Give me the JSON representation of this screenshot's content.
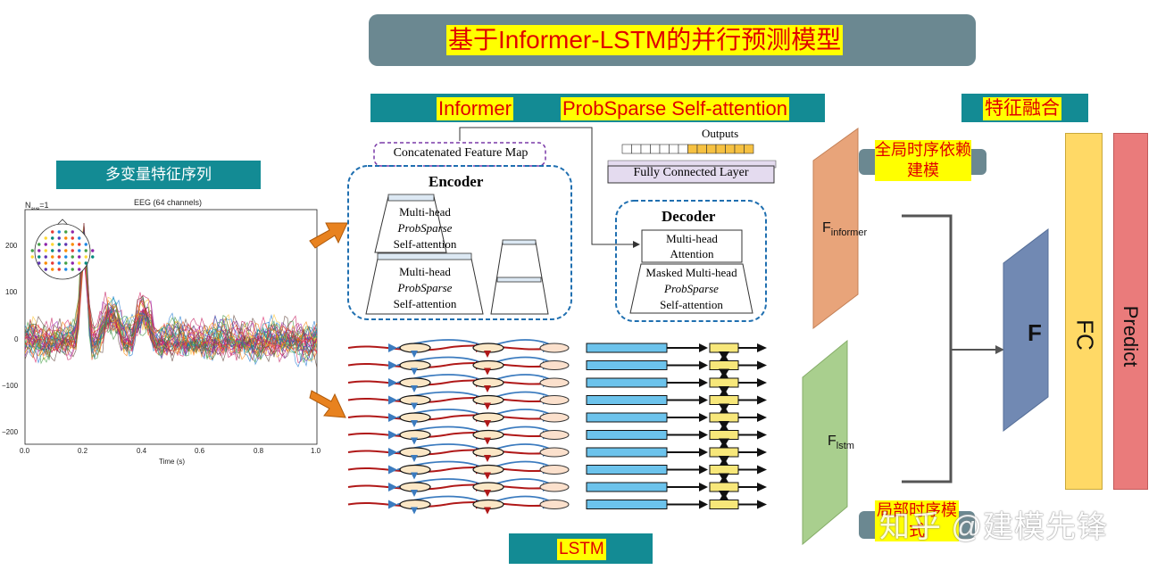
{
  "title": "基于Informer-LSTM的并行预测模型",
  "left": {
    "header": "多变量特征序列",
    "chart": {
      "title": "EEG (64 channels)",
      "nave": "N",
      "nave_sub": "ave",
      "nave_val": "=1",
      "xlabel": "Time (s)",
      "xticks": [
        "0.0",
        "0.2",
        "0.4",
        "0.6",
        "0.8",
        "1.0"
      ],
      "yticks": [
        "200",
        "100",
        "0",
        "−100",
        "−200"
      ]
    }
  },
  "informer": {
    "label1": "Informer",
    "label2": "ProbSparse Self-attention",
    "concat_label": "Concatenated Feature Map",
    "outputs_label": "Outputs",
    "fc_layer_label": "Fully Connected Layer",
    "encoder": {
      "title": "Encoder",
      "block1": [
        "Multi-head",
        "ProbSparse",
        "Self-attention"
      ],
      "block2": [
        "Multi-head",
        "ProbSparse",
        "Self-attention"
      ]
    },
    "decoder": {
      "title": "Decoder",
      "block1": [
        "Multi-head",
        "Attention"
      ],
      "block2": [
        "Masked Multi-head",
        "ProbSparse",
        "Self-attention"
      ]
    }
  },
  "lstm": {
    "label": "LSTM"
  },
  "fusion": {
    "header": "特征融合",
    "global_label": "全局时序依赖建模",
    "local_label": "局部时序模式",
    "f_informer": "F",
    "f_informer_sub": "informer",
    "f_lstm": "F",
    "f_lstm_sub": "lstm",
    "f": "F",
    "fc": "FC",
    "predict": "Predict"
  },
  "watermark": "知乎 @建模先锋",
  "colors": {
    "banner": "#6b8891",
    "teal": "#138b94",
    "highlight_bg": "#ffff00",
    "highlight_text": "#e00000",
    "f_informer": "#e8a47a",
    "f_lstm": "#a9cf8e",
    "f_block": "#7189b3",
    "fc": "#ffd966",
    "predict": "#ea7b7b"
  }
}
